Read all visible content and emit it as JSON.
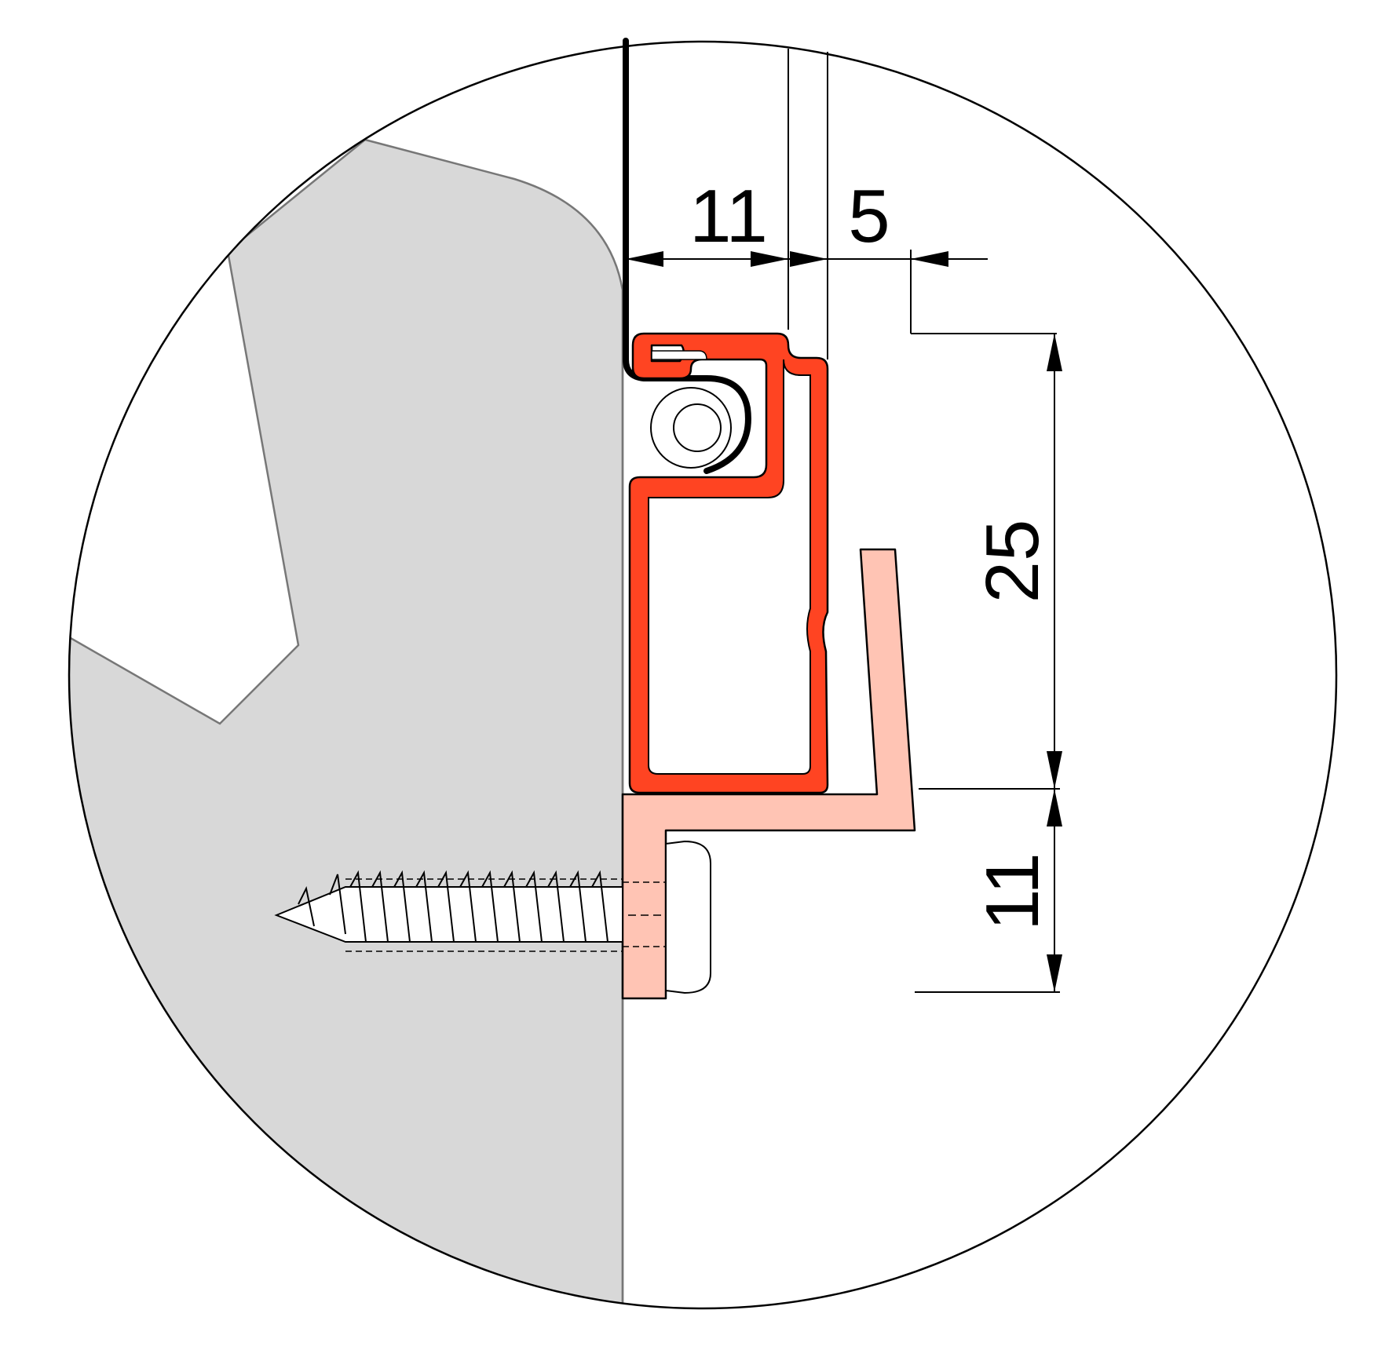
{
  "dimensions": {
    "top_width": "11",
    "top_gap": "5",
    "vertical_main": "25",
    "vertical_lower": "11"
  },
  "colors": {
    "background": "#ffffff",
    "wall": "#d8d8d8",
    "profile_outer": "#000000",
    "profile_fill": "#ff4422",
    "bracket_fill": "#ffc4b4",
    "outline": "#000000"
  }
}
